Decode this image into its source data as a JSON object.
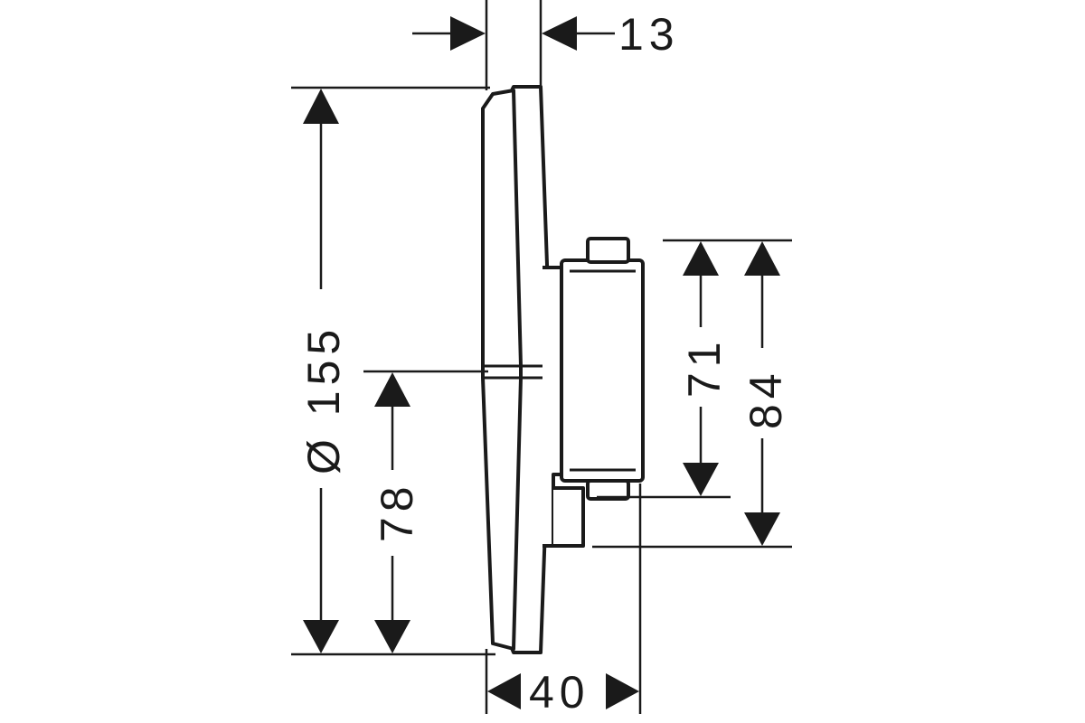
{
  "drawing": {
    "colors": {
      "line": "#1a1a1a",
      "background": "#ffffff"
    },
    "dimensions": {
      "plate_thickness": "13",
      "plate_diameter": "Ø 155",
      "center_height": "78",
      "body_height_inner": "71",
      "body_height_outer": "84",
      "total_depth": "40"
    }
  }
}
